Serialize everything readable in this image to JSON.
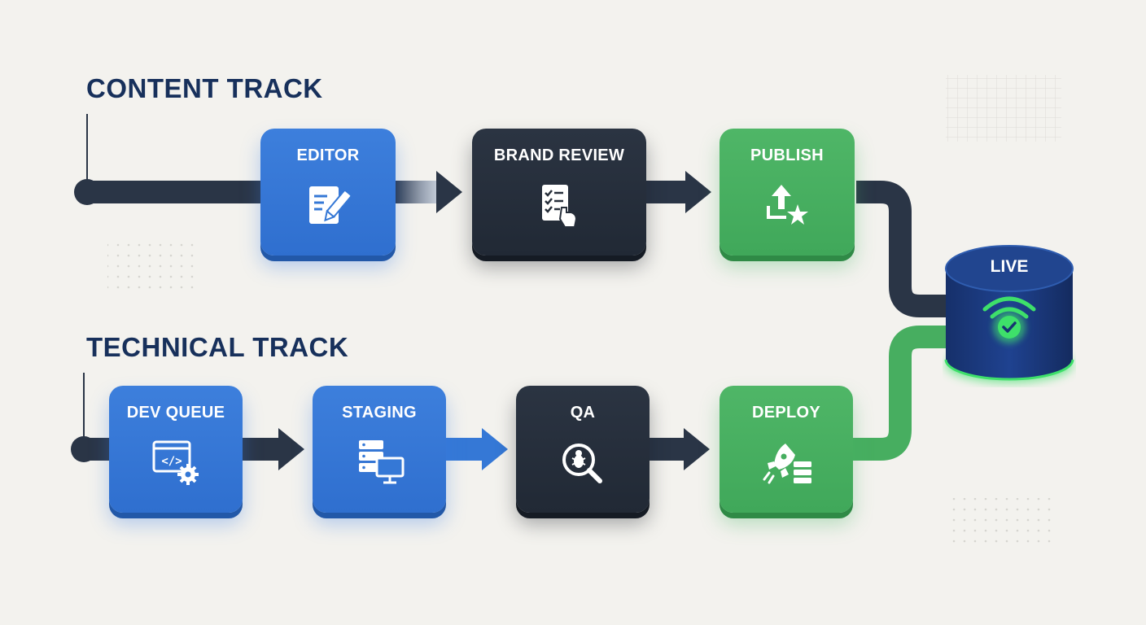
{
  "tracks": {
    "content": {
      "title": "CONTENT TRACK",
      "nodes": [
        {
          "label": "EDITOR",
          "icon": "edit-document-icon",
          "color": "#3578d6"
        },
        {
          "label": "BRAND REVIEW",
          "icon": "checklist-hand-icon",
          "color": "#262e3a"
        },
        {
          "label": "PUBLISH",
          "icon": "upload-star-icon",
          "color": "#47ae60"
        }
      ]
    },
    "technical": {
      "title": "TECHNICAL TRACK",
      "nodes": [
        {
          "label": "DEV QUEUE",
          "icon": "code-window-gear-icon",
          "color": "#3578d6"
        },
        {
          "label": "STAGING",
          "icon": "server-monitor-icon",
          "color": "#3578d6"
        },
        {
          "label": "QA",
          "icon": "bug-magnifier-icon",
          "color": "#262e3a"
        },
        {
          "label": "DEPLOY",
          "icon": "rocket-server-icon",
          "color": "#47ae60"
        }
      ]
    }
  },
  "live": {
    "label": "LIVE",
    "icon": "wifi-check-icon",
    "glow_color": "#3ee06a",
    "body_color": "#1d3a7a"
  },
  "colors": {
    "background": "#f3f2ee",
    "title": "#17305b",
    "connector": "#2a3546",
    "blue_accent": "#3578d6",
    "green_accent": "#47ae60"
  }
}
